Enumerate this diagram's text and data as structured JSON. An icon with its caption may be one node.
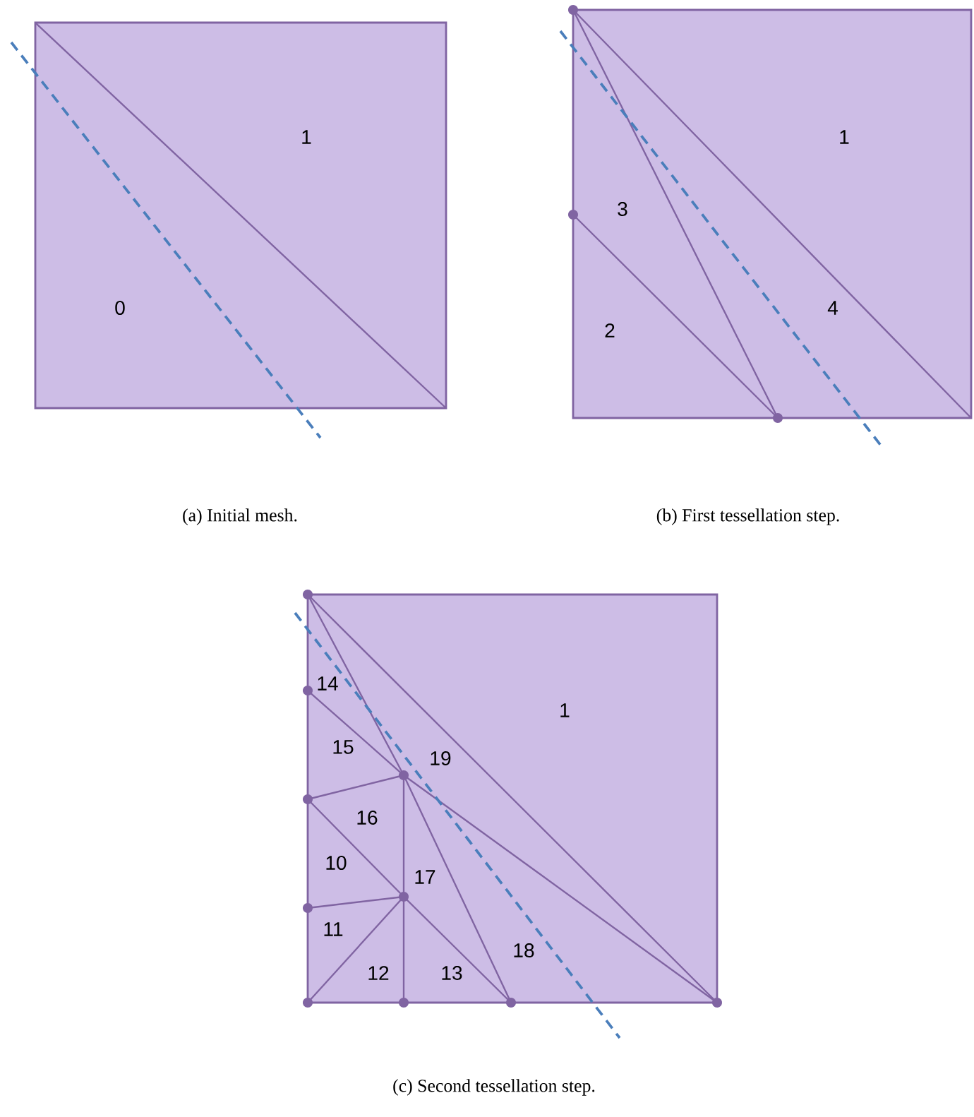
{
  "diagram": {
    "nodes": [
      {
        "text": [],
        "shape": "box"
      },
      {
        "text": [],
        "shape": "box"
      },
      {
        "text": [],
        "shape": "box"
      }
    ],
    "labels": [
      "1",
      "0",
      "1",
      "3",
      "4",
      "2",
      "(a) Initial mesh.",
      "(b) First tessellation step.",
      "14",
      "1",
      "15",
      "19",
      "16",
      "10",
      "17",
      "11",
      "18",
      "12",
      "13",
      "(c) Second tessellation step."
    ]
  }
}
